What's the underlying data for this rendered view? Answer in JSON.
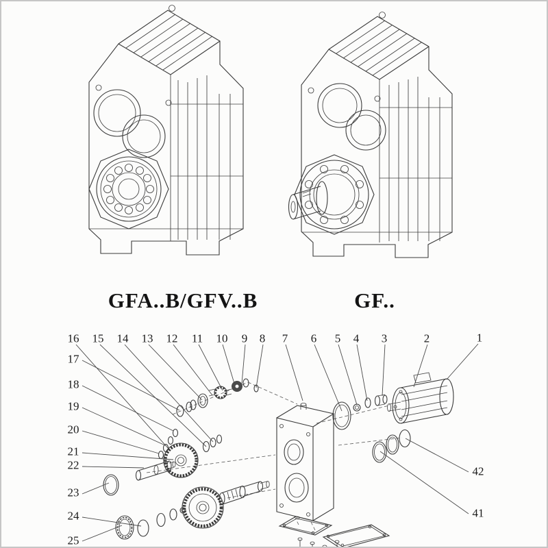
{
  "colors": {
    "background": "#fcfcfb",
    "line": "#3a3a3a",
    "text": "#1c1c1c"
  },
  "models": [
    {
      "label": "GFA..B/GFV..B"
    },
    {
      "label": "GF.."
    }
  ],
  "part_numbers": {
    "top": [
      "16",
      "15",
      "14",
      "13",
      "12",
      "11",
      "10",
      "9",
      "8",
      "7",
      "6",
      "5",
      "4",
      "3",
      "2",
      "1"
    ],
    "left": [
      "17",
      "18",
      "19",
      "20",
      "21",
      "22",
      "23",
      "24",
      "25"
    ],
    "right": [
      "42",
      "41"
    ]
  }
}
